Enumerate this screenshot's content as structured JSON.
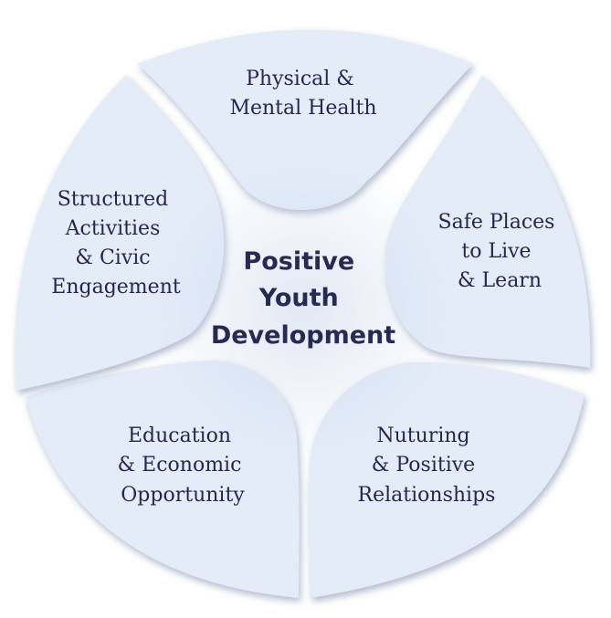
{
  "center": {
    "line1": "Positive",
    "line2": "Youth",
    "line3": "Development"
  },
  "segments": [
    {
      "id": "physical-mental-health",
      "lines": [
        "Physical &",
        "Mental Health"
      ]
    },
    {
      "id": "safe-places",
      "lines": [
        "Safe Places",
        "to Live",
        "& Learn"
      ]
    },
    {
      "id": "nurturing-relationships",
      "lines": [
        "Nuturing",
        "& Positive",
        "Relationships"
      ]
    },
    {
      "id": "education-economic",
      "lines": [
        "Education",
        "& Economic",
        "Opportunity"
      ]
    },
    {
      "id": "structured-activities",
      "lines": [
        "Structured",
        "Activities",
        "& Civic",
        "Engagement"
      ]
    }
  ],
  "colors": {
    "segment_fill": "#e4ecf8",
    "text": "#24284d",
    "shadow": "#a8b3c8"
  }
}
